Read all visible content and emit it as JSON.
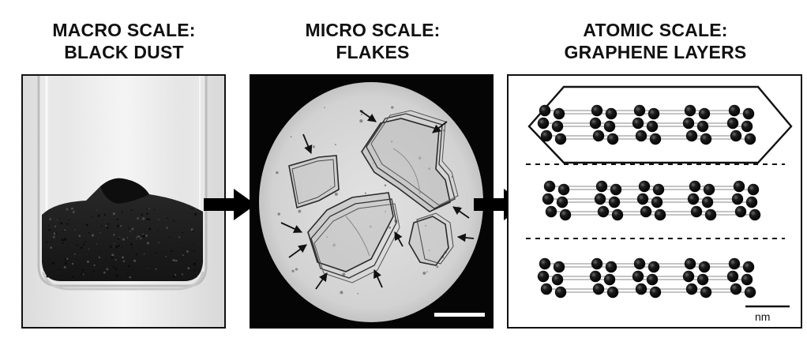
{
  "panels": [
    {
      "id": "macro",
      "title_line1": "MACRO SCALE:",
      "title_line2": "BLACK DUST"
    },
    {
      "id": "micro",
      "title_line1": "MICRO SCALE:",
      "title_line2": "FLAKES"
    },
    {
      "id": "atomic",
      "title_line1": "ATOMIC SCALE:",
      "title_line2": "GRAPHENE LAYERS"
    }
  ],
  "scale_bar_unit": "nm",
  "colors": {
    "ink": "#111111",
    "powder": "#1e1e1e",
    "micrograph_field": "#d6d6d6",
    "vial_background": "#ececec"
  },
  "icons": [
    "flow-arrow-icon",
    "vial-icon",
    "flake-pointer-arrow-icon",
    "carbon-atom-icon"
  ]
}
